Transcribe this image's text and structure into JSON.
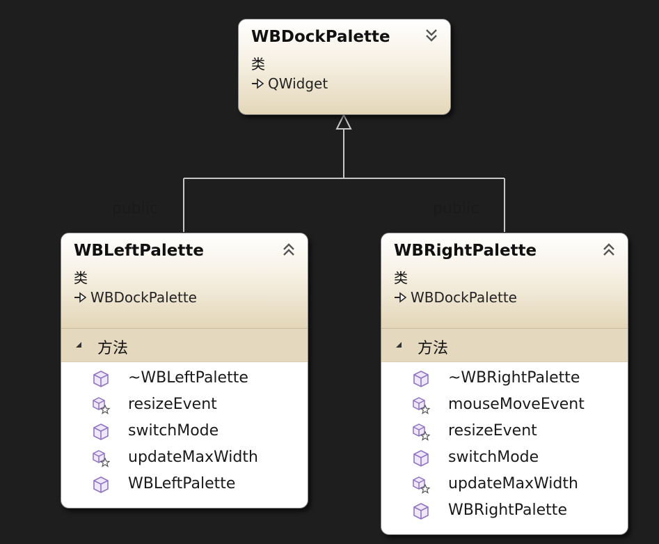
{
  "base_class": {
    "name": "WBDockPalette",
    "kind": "类",
    "base": "QWidget",
    "toggle_icon": "chevron-double-down-icon"
  },
  "classes": [
    {
      "name": "WBLeftPalette",
      "kind": "类",
      "base": "WBDockPalette",
      "toggle_icon": "chevron-double-up-icon",
      "edge_label": "public",
      "section_label": "方法",
      "methods": [
        {
          "label": "~WBLeftPalette",
          "icon": "method-icon"
        },
        {
          "label": "resizeEvent",
          "icon": "method-override-icon"
        },
        {
          "label": "switchMode",
          "icon": "method-icon"
        },
        {
          "label": "updateMaxWidth",
          "icon": "method-override-icon"
        },
        {
          "label": "WBLeftPalette",
          "icon": "method-icon"
        }
      ]
    },
    {
      "name": "WBRightPalette",
      "kind": "类",
      "base": "WBDockPalette",
      "toggle_icon": "chevron-double-up-icon",
      "edge_label": "public",
      "section_label": "方法",
      "methods": [
        {
          "label": "~WBRightPalette",
          "icon": "method-icon"
        },
        {
          "label": "mouseMoveEvent",
          "icon": "method-override-icon"
        },
        {
          "label": "resizeEvent",
          "icon": "method-override-icon"
        },
        {
          "label": "switchMode",
          "icon": "method-icon"
        },
        {
          "label": "updateMaxWidth",
          "icon": "method-override-icon"
        },
        {
          "label": "WBRightPalette",
          "icon": "method-icon"
        }
      ]
    }
  ],
  "colors": {
    "background": "#1e1e1e",
    "header_gradient_end": "#e3d6b8",
    "section_band": "#e4d8bf",
    "method_icon": "#a78bd4",
    "connector": "#c8c8c8"
  }
}
